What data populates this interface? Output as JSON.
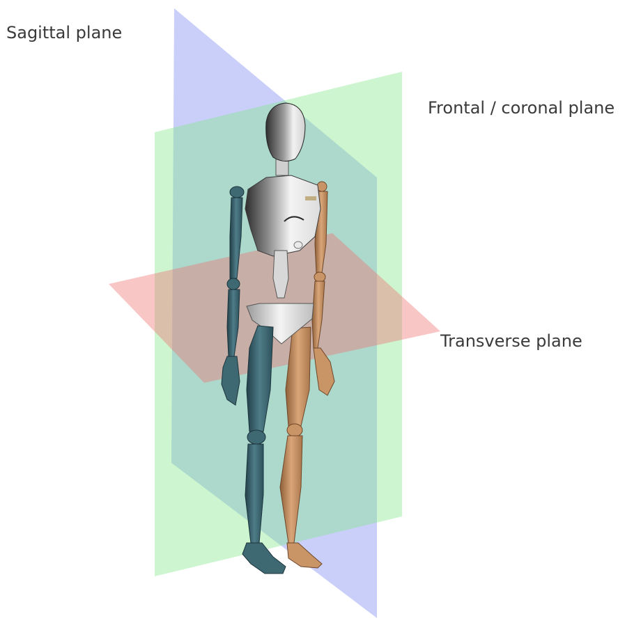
{
  "labels": {
    "sagittal": "Sagittal plane",
    "frontal": "Frontal / coronal plane",
    "transverse": "Transverse plane"
  },
  "colors": {
    "sagittal": "#7f8cf0",
    "frontal": "#7fe08a",
    "transverse": "#f07f7f",
    "figure_left": "#3e6872",
    "figure_right": "#c58f60",
    "figure_body": "#e6e6e6"
  }
}
